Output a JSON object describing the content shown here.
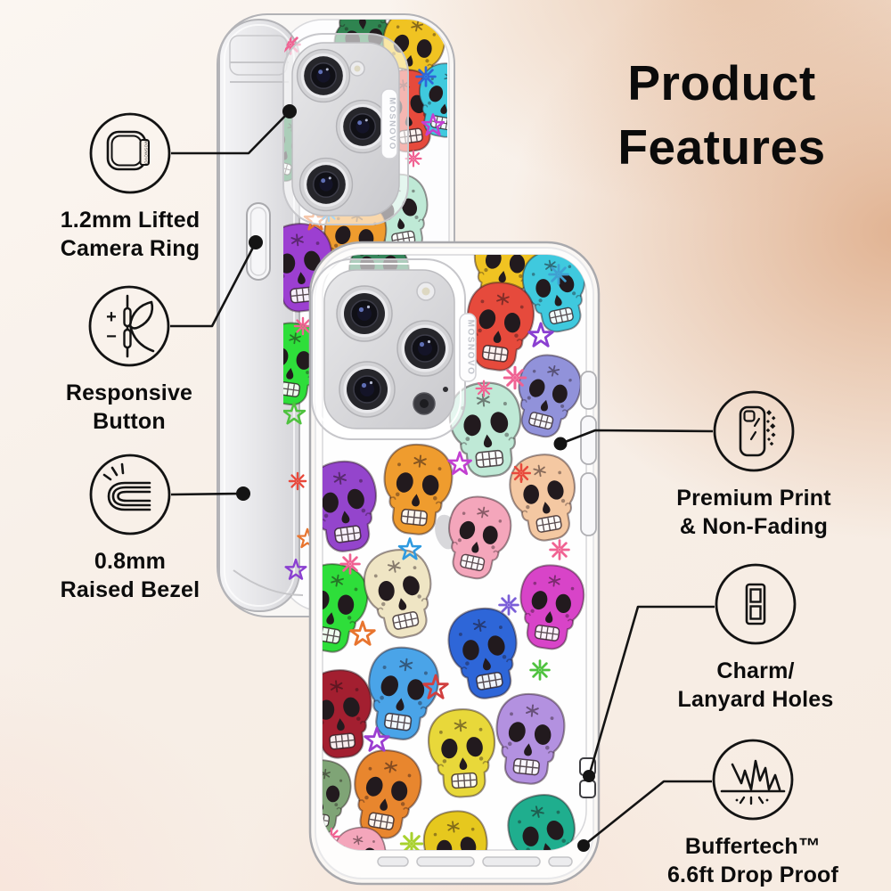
{
  "title": {
    "line1": "Product",
    "line2": "Features"
  },
  "brand": "MOSNOVO",
  "features": [
    {
      "id": "camera-ring",
      "icon": "camera-ring-icon",
      "line1": "1.2mm Lifted",
      "line2": "Camera Ring"
    },
    {
      "id": "responsive-button",
      "icon": "responsive-button-icon",
      "line1": "Responsive",
      "line2": "Button",
      "plus_label": "+",
      "minus_label": "−"
    },
    {
      "id": "raised-bezel",
      "icon": "raised-bezel-icon",
      "line1": "0.8mm",
      "line2": "Raised Bezel"
    },
    {
      "id": "premium-print",
      "icon": "premium-print-icon",
      "line1": "Premium Print",
      "line2": "& Non-Fading"
    },
    {
      "id": "lanyard-holes",
      "icon": "charm-lanyard-icon",
      "line1": "Charm/",
      "line2": "Lanyard Holes"
    },
    {
      "id": "drop-proof",
      "icon": "buffertech-icon",
      "line1": "Buffertech™",
      "line2": "6.6ft Drop Proof"
    }
  ],
  "colors": {
    "background_glow": "#e8c6ab",
    "background_base": "#f8f1ea",
    "text": "#0c0c0c",
    "callout_line": "#141414",
    "case_clear": "#fdfdfe"
  },
  "pattern": {
    "main": {
      "skulls": [
        [
          566,
          300,
          0.82,
          10,
          "#f0c322"
        ],
        [
          624,
          327,
          0.8,
          -12,
          "#3fc9de"
        ],
        [
          560,
          367,
          0.86,
          8,
          "#e64a3c"
        ],
        [
          425,
          291,
          0.78,
          178,
          "#35845a"
        ],
        [
          546,
          483,
          0.92,
          -6,
          "#bfe9d6"
        ],
        [
          614,
          445,
          0.8,
          14,
          "#9192da"
        ],
        [
          611,
          559,
          0.84,
          -10,
          "#f4c8a2"
        ],
        [
          468,
          550,
          0.88,
          6,
          "#ef9c2e"
        ],
        [
          386,
          569,
          0.88,
          -8,
          "#9445cc"
        ],
        [
          536,
          604,
          0.8,
          12,
          "#f4a6bb"
        ],
        [
          373,
          683,
          0.86,
          10,
          "#2ede3a"
        ],
        [
          449,
          667,
          0.86,
          -12,
          "#efe5c4"
        ],
        [
          618,
          682,
          0.82,
          8,
          "#d844c8"
        ],
        [
          544,
          734,
          0.88,
          -10,
          "#2e66d8"
        ],
        [
          451,
          779,
          0.9,
          8,
          "#4aa4e8"
        ],
        [
          381,
          802,
          0.86,
          -6,
          "#a31f30"
        ],
        [
          594,
          830,
          0.88,
          6,
          "#b391e0"
        ],
        [
          519,
          846,
          0.86,
          -4,
          "#e8d83a"
        ],
        [
          433,
          892,
          0.86,
          10,
          "#e8862e"
        ],
        [
          513,
          958,
          0.82,
          -8,
          "#e6c81e"
        ],
        [
          611,
          942,
          0.86,
          -14,
          "#1fae8e"
        ],
        [
          361,
          895,
          0.72,
          8,
          "#7fa476"
        ],
        [
          406,
          967,
          0.66,
          -10,
          "#f4a6bb"
        ]
      ],
      "decor": [
        [
          "flower",
          578,
          424,
          0.9,
          "#f06292"
        ],
        [
          "star",
          607,
          377,
          1.0,
          "#8a3fd1"
        ],
        [
          "flower",
          627,
          308,
          0.8,
          "#3fa0d1"
        ],
        [
          "star",
          516,
          521,
          0.95,
          "#c23fd1"
        ],
        [
          "flower",
          585,
          531,
          0.75,
          "#e8493c"
        ],
        [
          "flower",
          628,
          617,
          0.8,
          "#f06292"
        ],
        [
          "flower",
          393,
          633,
          0.8,
          "#f06292"
        ],
        [
          "star",
          407,
          712,
          1.0,
          "#e8742e"
        ],
        [
          "flower",
          571,
          679,
          0.8,
          "#7b5fd8"
        ],
        [
          "star",
          489,
          772,
          1.0,
          "#d13f3f"
        ],
        [
          "flower",
          606,
          752,
          0.8,
          "#4fc23f"
        ],
        [
          "star",
          423,
          831,
          1.0,
          "#9c3fd1"
        ],
        [
          "flower",
          462,
          947,
          0.9,
          "#a8d12e"
        ],
        [
          "flower",
          372,
          939,
          0.7,
          "#f06292"
        ],
        [
          "star",
          460,
          617,
          0.9,
          "#2e9ae0"
        ],
        [
          "flower",
          543,
          436,
          0.65,
          "#f06292"
        ]
      ]
    },
    "top": {
      "skulls": [
        [
          408,
          37,
          0.78,
          175,
          "#2f8450"
        ],
        [
          462,
          58,
          0.8,
          12,
          "#f0c322"
        ],
        [
          457,
          125,
          0.8,
          -8,
          "#e64a3c"
        ],
        [
          500,
          113,
          0.72,
          10,
          "#3fc9de"
        ],
        [
          448,
          241,
          0.78,
          -10,
          "#bfe9d6"
        ],
        [
          397,
          272,
          0.8,
          8,
          "#ef9c2e"
        ],
        [
          337,
          301,
          0.86,
          -6,
          "#9c3fd1"
        ],
        [
          322,
          166,
          0.66,
          15,
          "#2f8450"
        ],
        [
          327,
          409,
          0.8,
          8,
          "#2ede3a"
        ]
      ],
      "decor": [
        [
          "flower",
          326,
          50,
          0.8,
          "#f06292"
        ],
        [
          "flower",
          478,
          86,
          0.8,
          "#2e66d8"
        ],
        [
          "star",
          486,
          141,
          0.9,
          "#c23fd1"
        ],
        [
          "flower",
          464,
          178,
          0.65,
          "#f06292"
        ],
        [
          "star",
          354,
          247,
          0.9,
          "#e8742e"
        ],
        [
          "flower",
          369,
          239,
          0.7,
          "#2e9ae0"
        ],
        [
          "flower",
          340,
          366,
          0.7,
          "#f06292"
        ],
        [
          "star",
          330,
          465,
          0.9,
          "#4fc23f"
        ],
        [
          "flower",
          334,
          540,
          0.7,
          "#e8493c"
        ],
        [
          "star",
          332,
          640,
          0.85,
          "#8a3fd1"
        ],
        [
          "star",
          345,
          605,
          0.8,
          "#e8742e"
        ]
      ]
    }
  }
}
